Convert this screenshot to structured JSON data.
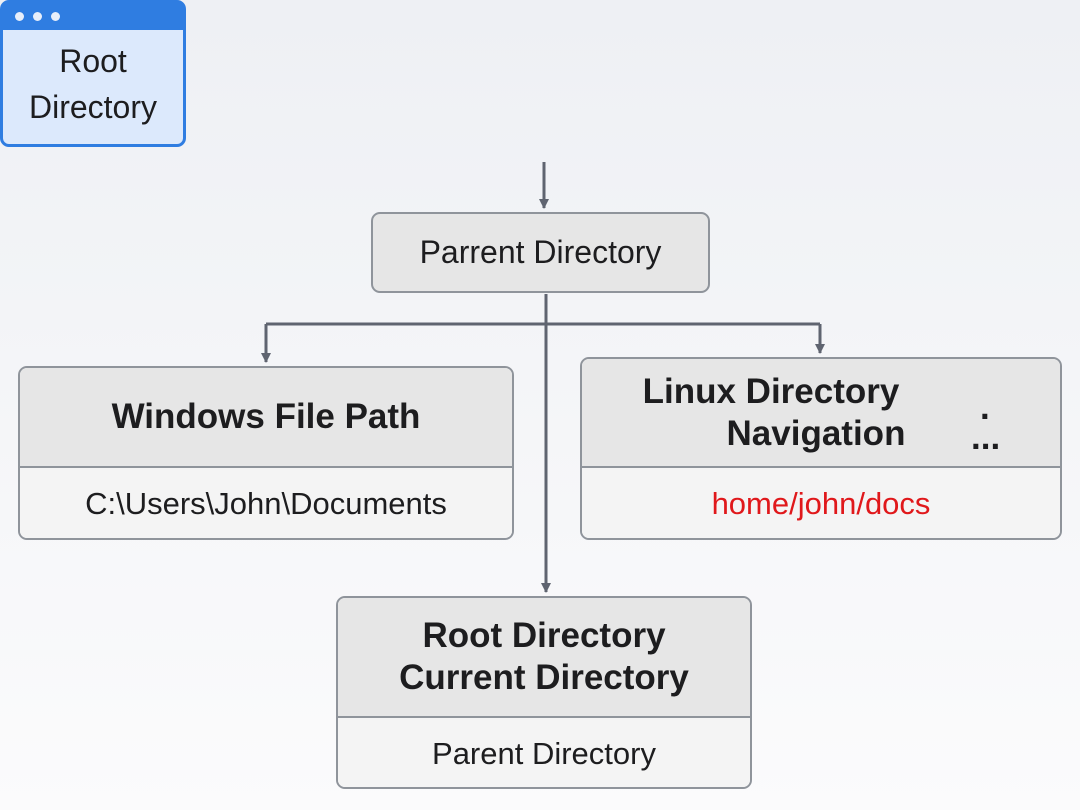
{
  "diagram": {
    "root": {
      "label_line1": "Root",
      "label_line2": "Directory",
      "window_icon": "browser-window-icon"
    },
    "parent": {
      "label": "Parrent Directory"
    },
    "windows": {
      "title": "Windows File Path",
      "path": "C:\\Users\\John\\Documents"
    },
    "linux": {
      "title_line1": "Linux Directory",
      "title_line2": "Navigation",
      "dot_glyph": ".",
      "ellipsis_glyph": "...",
      "path": "home/john/docs",
      "path_color": "#e0181b"
    },
    "current": {
      "title_line1": "Root Directory",
      "title_line2": "Current Directory",
      "subtitle": "Parent Directory"
    },
    "colors": {
      "accent": "#2f7de1",
      "connector": "#5f6470",
      "box_border": "#8f949b"
    }
  }
}
